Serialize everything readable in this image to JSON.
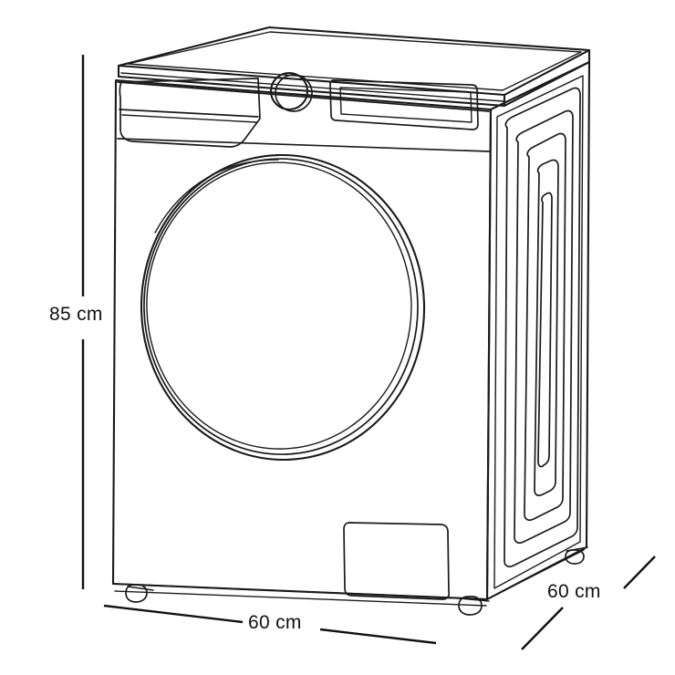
{
  "diagram": {
    "subject": "front-load-washing-machine",
    "view": "three-quarter-perspective-line-drawing",
    "units": "cm",
    "line_color": "#1a1a1a",
    "background_color": "#ffffff"
  },
  "dimensions": {
    "height": {
      "value": "85 cm",
      "axis": "vertical",
      "position": "left"
    },
    "width": {
      "value": "60 cm",
      "axis": "horizontal",
      "position": "bottom"
    },
    "depth": {
      "value": "60 cm",
      "axis": "diagonal",
      "position": "bottom-right"
    }
  },
  "parts": {
    "top_panel": "top-lid",
    "detergent_drawer": "detergent-drawer",
    "control_knob": "program-selector-knob",
    "display": "control-display-panel",
    "door": "porthole-door",
    "door_glass": "door-glass",
    "filter_flap": "filter-access-flap",
    "side_ribs": "side-panel-ribs",
    "feet": "adjustable-feet"
  }
}
